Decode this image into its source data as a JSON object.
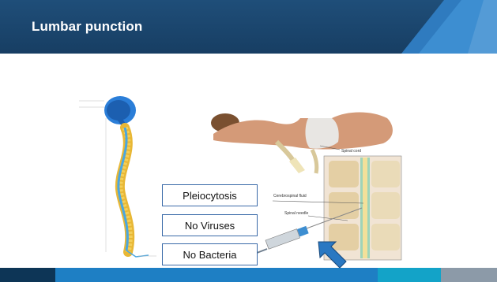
{
  "slide": {
    "title": "Lumbar punction"
  },
  "labels": {
    "pleiocytosis": "Pleiocytosis",
    "no_viruses": "No Viruses",
    "no_bacteria": "No Bacteria"
  },
  "figure": {
    "spinal_cord": "Spinal cord",
    "csf": "Cerebrospinal fluid",
    "spinal_needle": "Spinal needle"
  },
  "colors": {
    "header": "#1f4e79",
    "footer_dark": "#0d3556",
    "footer_blue": "#1e7fc4",
    "footer_teal": "#13a3c8",
    "footer_gray": "#8c9aa8",
    "box_border": "#3a6aa8",
    "arrow": "#2a78c2"
  }
}
